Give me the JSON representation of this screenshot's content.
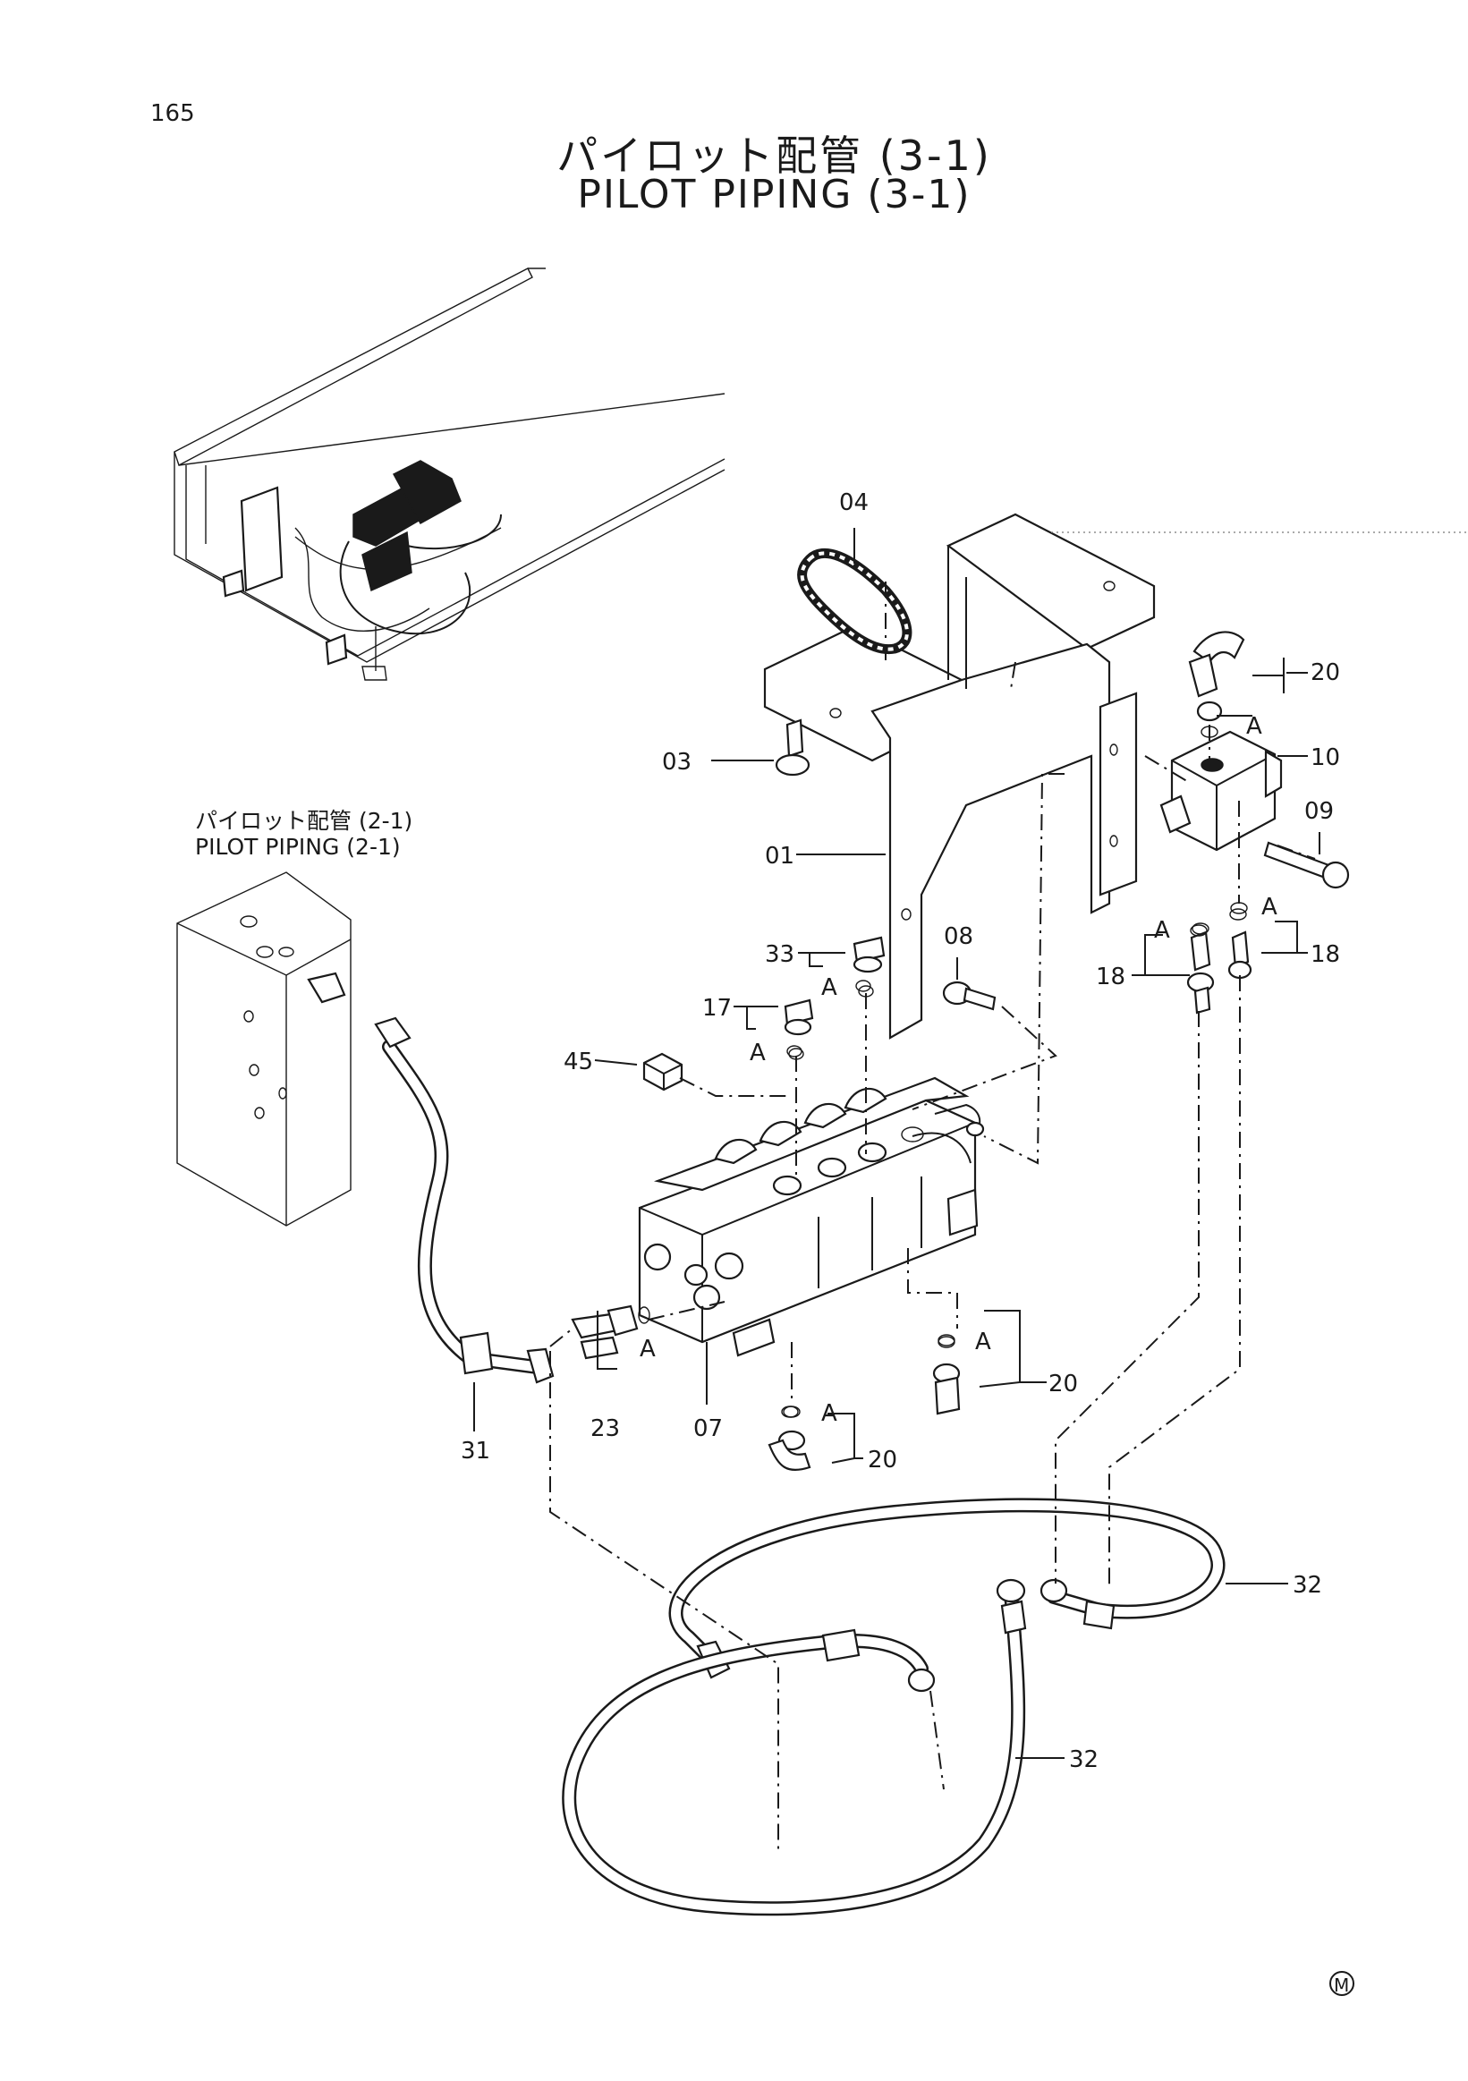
{
  "page_number": "165",
  "title": {
    "jp": "パイロット配管 (3-1)",
    "en": "PILOT PIPING (3-1)"
  },
  "reference": {
    "jp": "パイロット配管 (2-1)",
    "en": "PILOT PIPING (2-1)"
  },
  "callouts": {
    "c04": "04",
    "c20a": "20",
    "c10": "10",
    "c09": "09",
    "c03": "03",
    "c01": "01",
    "c08": "08",
    "c18a": "18",
    "c18b": "18",
    "c33": "33",
    "c17": "17",
    "c45": "45",
    "c20b": "20",
    "c20c": "20",
    "c23": "23",
    "c07": "07",
    "c31": "31",
    "c32a": "32",
    "c32b": "32"
  },
  "o_ring_marker": "A",
  "manufacturer_mark": "M"
}
